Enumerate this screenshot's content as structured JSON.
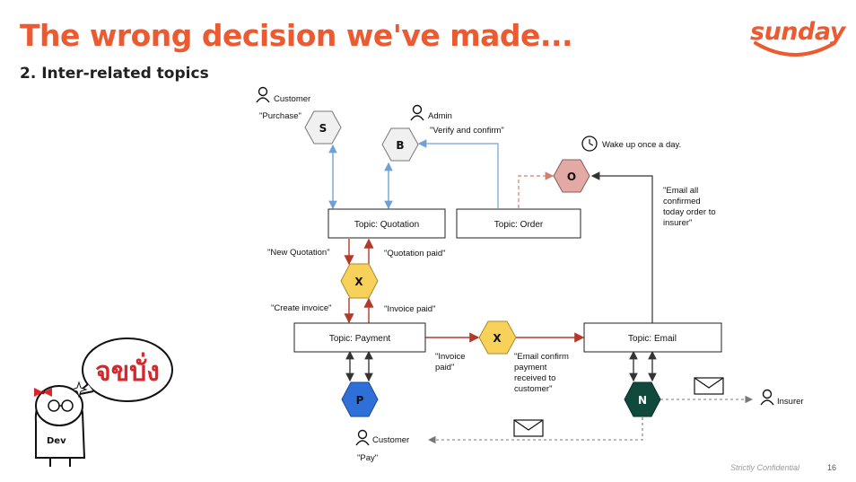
{
  "slide": {
    "title": "The wrong decision we've made...",
    "subtitle": "2. Inter-related topics",
    "logo": "sunday",
    "footer_confidential": "Strictly Confidential",
    "page_number": "16"
  },
  "colors": {
    "accent": "#ec5a32",
    "hex_gray": "#f0f0f0",
    "hex_yellow": "#f7d15a",
    "hex_pink": "#e3aaa5",
    "hex_blue": "#2f6fd8",
    "hex_green": "#0f4a3c",
    "arrow_blue": "#6fa0d8",
    "arrow_red": "#b23a2a"
  },
  "actors": {
    "customer_top": "Customer",
    "admin": "Admin",
    "scheduler": "Wake up once a day.",
    "insurer": "Insurer",
    "customer_bottom": "Customer"
  },
  "topics": {
    "quotation": "Topic: Quotation",
    "order": "Topic: Order",
    "payment": "Topic: Payment",
    "email": "Topic: Email"
  },
  "nodes": {
    "s": "S",
    "b": "B",
    "o": "O",
    "x1": "X",
    "x2": "X",
    "p": "P",
    "n": "N"
  },
  "labels": {
    "purchase": "\"Purchase\"",
    "verify": "\"Verify and confirm\"",
    "new_quotation": "\"New Quotation\"",
    "quotation_paid": "\"Quotation paid\"",
    "create_invoice": "\"Create invoice\"",
    "invoice_paid": "\"Invoice paid\"",
    "invoice_paid_2_l1": "\"Invoice",
    "invoice_paid_2_l2": "paid\"",
    "email_confirm_l1": "\"Email confirm",
    "email_confirm_l2": "payment",
    "email_confirm_l3": "received to",
    "email_confirm_l4": "customer\"",
    "email_all_l1": "\"Email all",
    "email_all_l2": "confirmed",
    "email_all_l3": "today order to",
    "email_all_l4": "insurer\"",
    "pay": "\"Pay\""
  },
  "mascot": {
    "name": "Dev",
    "speech": "จขบั่ง"
  }
}
